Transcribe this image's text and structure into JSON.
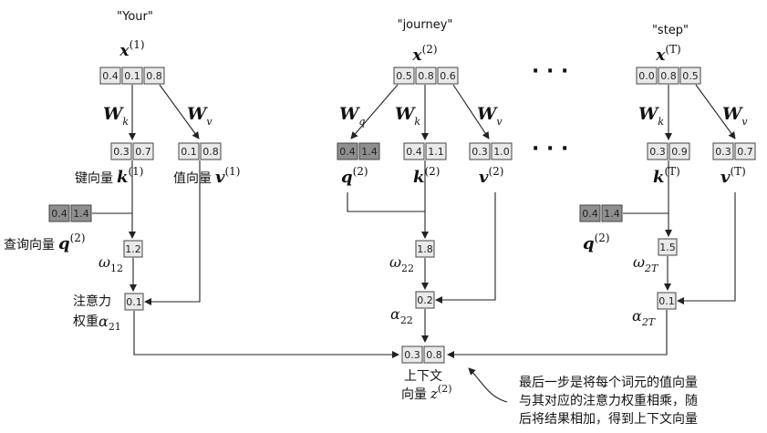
{
  "tokens": [
    {
      "word": "\"Your\"",
      "x_label": "x",
      "x_sup": "(1)",
      "x_values": [
        "0.4",
        "0.1",
        "0.8"
      ]
    },
    {
      "word": "\"journey\"",
      "x_label": "x",
      "x_sup": "(2)",
      "x_values": [
        "0.5",
        "0.8",
        "0.6"
      ]
    },
    {
      "word": "\"step\"",
      "x_label": "x",
      "x_sup": "(T)",
      "x_values": [
        "0.0",
        "0.8",
        "0.5"
      ]
    }
  ],
  "weights": {
    "wk": {
      "label": "W",
      "sub": "k"
    },
    "wv": {
      "label": "W",
      "sub": "v"
    },
    "wq": {
      "label": "W",
      "sub": "q"
    }
  },
  "col1": {
    "key_values": [
      "0.3",
      "0.7"
    ],
    "value_values": [
      "0.1",
      "0.8"
    ],
    "key_label_cn": "键向量",
    "key_sym": "k",
    "key_sup": "(1)",
    "value_label_cn": "值向量",
    "value_sym": "v",
    "value_sup": "(1)",
    "query_values": [
      "0.4",
      "1.4"
    ],
    "query_label_cn": "查询向量",
    "query_sym": "q",
    "query_sup": "(2)",
    "omega_value": "1.2",
    "omega_sym": "ω",
    "omega_sub": "12",
    "alpha_value": "0.1",
    "alpha_label_line1": "注意力",
    "alpha_label_line2": "权重",
    "alpha_sym": "α",
    "alpha_sub": "21"
  },
  "col2": {
    "query_values": [
      "0.4",
      "1.4"
    ],
    "key_values": [
      "0.4",
      "1.1"
    ],
    "value_values": [
      "0.3",
      "1.0"
    ],
    "query_sym": "q",
    "query_sup": "(2)",
    "key_sym": "k",
    "key_sup": "(2)",
    "value_sym": "v",
    "value_sup": "(2)",
    "omega_value": "1.8",
    "omega_sym": "ω",
    "omega_sub": "22",
    "alpha_value": "0.2",
    "alpha_sym": "α",
    "alpha_sub": "22"
  },
  "col3": {
    "key_values": [
      "0.3",
      "0.9"
    ],
    "value_values": [
      "0.3",
      "0.7"
    ],
    "key_sym": "k",
    "key_sup": "(T)",
    "value_sym": "v",
    "value_sup": "(T)",
    "query_values": [
      "0.4",
      "1.4"
    ],
    "query_sym": "q",
    "query_sup": "(2)",
    "omega_value": "1.5",
    "omega_sym": "ω",
    "omega_sub": "2T",
    "alpha_value": "0.1",
    "alpha_sym": "α",
    "alpha_sub": "2T"
  },
  "context": {
    "values": [
      "0.3",
      "0.8"
    ],
    "label_line1": "上下文",
    "label_line2": "向量",
    "sym": "z",
    "sup": "(2)"
  },
  "note": {
    "line1": "最后一步是将每个词元的值向量",
    "line2": "与其对应的注意力权重相乘，随",
    "line3": "后将结果相加，得到上下文向量"
  },
  "ellipsis": "· · ·"
}
